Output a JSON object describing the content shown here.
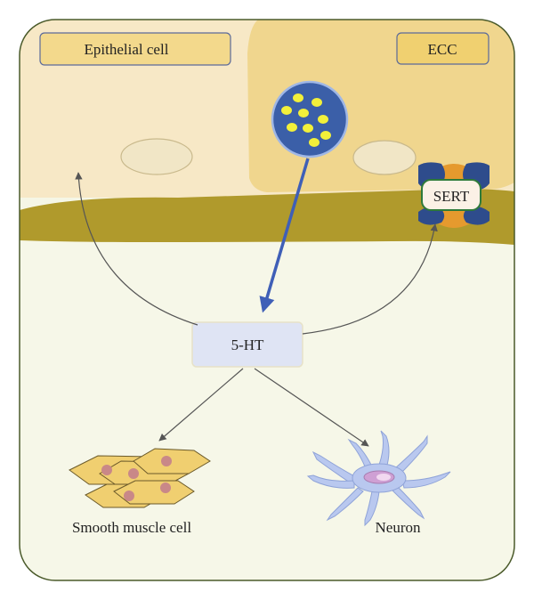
{
  "labels": {
    "epithelial_cell": "Epithelial cell",
    "ecc": "ECC",
    "sert": "SERT",
    "serotonin": "5-HT",
    "smooth_muscle_cell": "Smooth muscle cell",
    "neuron": "Neuron"
  },
  "colors": {
    "frame_border": "#4a5a2a",
    "background_lower": "#f5f6e6",
    "epithelium": "#f7e8c6",
    "ecc_cell": "#f0d68e",
    "basement_membrane": "#b09a2c",
    "label_box_fill": "#f3d98c",
    "label_box_stroke": "#5b6a9a",
    "nucleus": "#f1e6c6",
    "granule_fill": "#3b5fa8",
    "granule_dots": "#f2f03a",
    "release_arrow": "#3f5fb7",
    "ht_box_fill": "#dfe4f4",
    "sert_blue": "#2e4c8c",
    "sert_orange": "#e59a2e",
    "sert_box_fill": "#fbf1e6",
    "sert_box_stroke": "#2e7a3a",
    "smooth_muscle_fill": "#f0cf70",
    "smooth_muscle_nucleus": "#c98888",
    "neuron_fill": "#b9c8ef",
    "neuron_nucleus": "#cfa0d4"
  },
  "icons": {
    "secretory_granule": "granule-icon",
    "sert_transporter": "transporter-icon",
    "smooth_muscle": "smooth-muscle-cells-icon",
    "neuron": "neuron-icon"
  }
}
